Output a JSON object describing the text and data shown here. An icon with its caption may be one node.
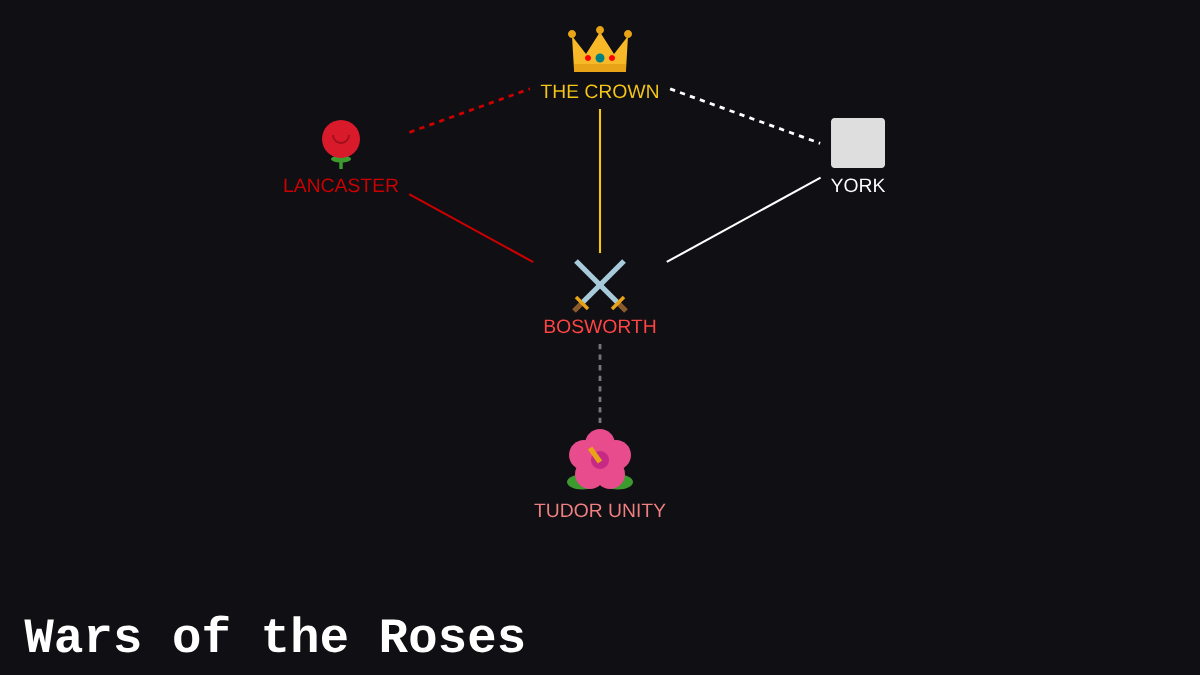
{
  "diagram": {
    "title": "Wars of the Roses",
    "nodes": [
      {
        "text": [
          "THE CROWN"
        ]
      },
      {
        "text": [
          "LANCASTER"
        ]
      },
      {
        "text": [
          "YORK"
        ]
      },
      {
        "text": [
          "BOSWORTH"
        ]
      },
      {
        "text": [
          "TUDOR UNITY"
        ]
      }
    ],
    "edges": [
      {
        "from": 1,
        "to": 0,
        "arrow": "none",
        "style": "dashed",
        "color": "#cc0000"
      },
      {
        "from": 0,
        "to": 2,
        "arrow": "none",
        "style": "dashed",
        "color": "#ffffff"
      },
      {
        "from": 0,
        "to": 3,
        "arrow": "none",
        "color": "#f5c518"
      },
      {
        "from": 1,
        "to": 3,
        "arrow": "none",
        "color": "#cc0000"
      },
      {
        "from": 2,
        "to": 3,
        "arrow": "none",
        "color": "#ffffff"
      },
      {
        "from": 3,
        "to": 4,
        "arrow": "none",
        "style": "dashed",
        "color": "#777777"
      }
    ]
  }
}
